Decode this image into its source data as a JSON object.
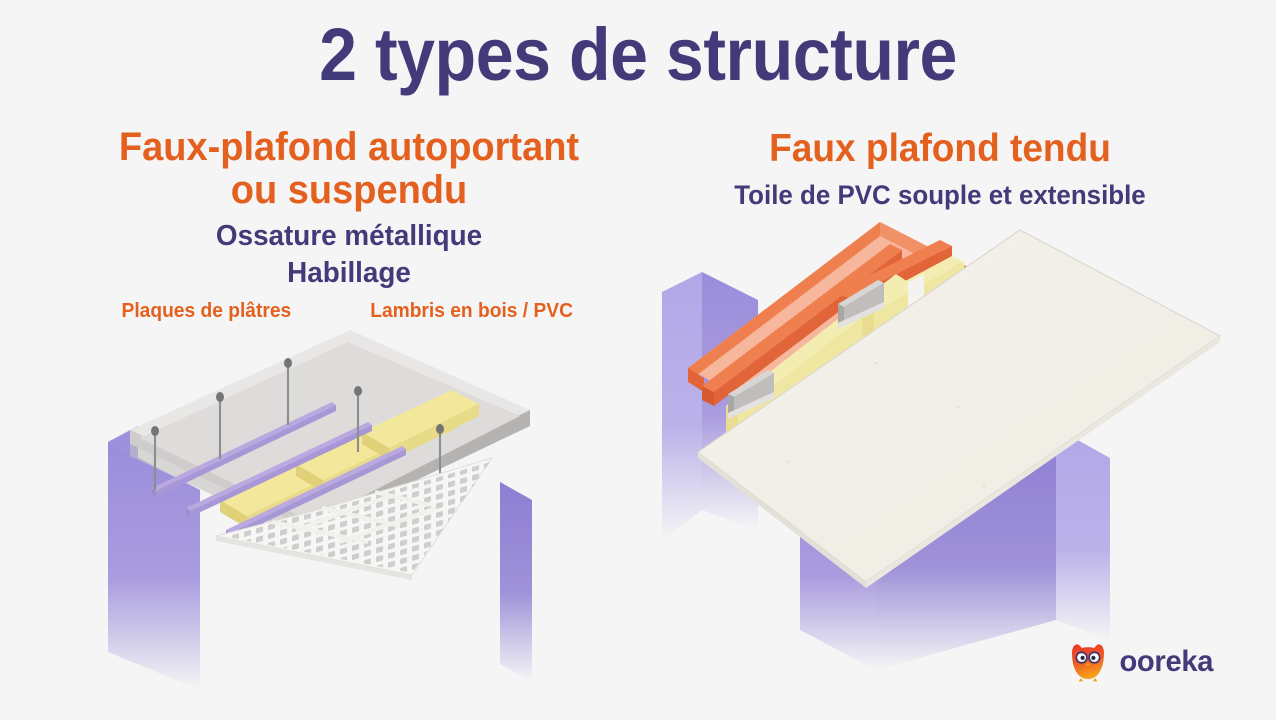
{
  "page": {
    "background_color": "#f5f5f5",
    "title": "2 types de structure"
  },
  "palette": {
    "purple_text": "#423a79",
    "orange_text": "#e4601f",
    "wall_purple_light": "#b0a4e6",
    "wall_purple_mid": "#9b8ddb",
    "wall_purple_dark": "#8a7acf",
    "slab_grey": "#dedcdb",
    "slab_grey_dark": "#b9b7b6",
    "insulation_yellow": "#f2e79a",
    "insulation_yellow_dark": "#e3d47a",
    "rail_lilac": "#b9a9e0",
    "rod_grey": "#8d8d8d",
    "panel_white": "#f7f6f4",
    "perf_grey": "#c9c9c9",
    "membrane_cream": "#f2efe7",
    "frame_orange": "#ef7f4e",
    "frame_orange_light": "#f6b49a",
    "frame_orange_dark": "#e2653a",
    "logo_owl_red": "#e8402a",
    "logo_owl_orange": "#f28c1e"
  },
  "header": {
    "main_title": "2 types de structure"
  },
  "columns": {
    "left": {
      "heading_line1": "Faux-plafond autoportant",
      "heading_line2": "ou suspendu",
      "sub_1": "Ossature métallique",
      "sub_2": "Habillage",
      "tags": [
        {
          "label": "Plaques de plâtres"
        },
        {
          "label": "Lambris en bois / PVC"
        }
      ],
      "illustration_name": "suspended-ceiling-illustration"
    },
    "right": {
      "heading_line1": "Faux plafond tendu",
      "sub_1": "Toile de PVC souple et extensible",
      "illustration_name": "stretched-ceiling-illustration"
    }
  },
  "logo": {
    "wordmark": "ooreka",
    "icon_name": "owl-icon"
  }
}
